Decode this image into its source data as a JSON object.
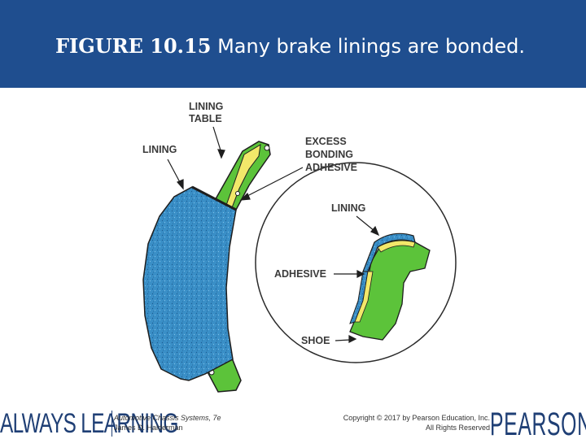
{
  "slide": {
    "figure_number": "FIGURE 10.15",
    "caption": "Many brake linings are bonded."
  },
  "figure": {
    "labels": {
      "lining_table": [
        "LINING",
        "TABLE"
      ],
      "lining_left": "LINING",
      "excess": [
        "EXCESS",
        "BONDING",
        "ADHESIVE"
      ],
      "lining_detail": "LINING",
      "adhesive": "ADHESIVE",
      "shoe": "SHOE"
    },
    "colors": {
      "lining": "#3a8fc7",
      "shoe": "#5cc33a",
      "adhesive": "#f2e86a",
      "header": "#1f4e8f"
    }
  },
  "footer": {
    "brand_left": "ALWAYS LEARNING",
    "book_title": "Automotive Chassis Systems, 7e",
    "book_author": "James D. Halderman",
    "copyright": "Copyright © 2017 by Pearson Education, Inc.",
    "rights": "All Rights Reserved",
    "brand_right": "PEARSON"
  }
}
